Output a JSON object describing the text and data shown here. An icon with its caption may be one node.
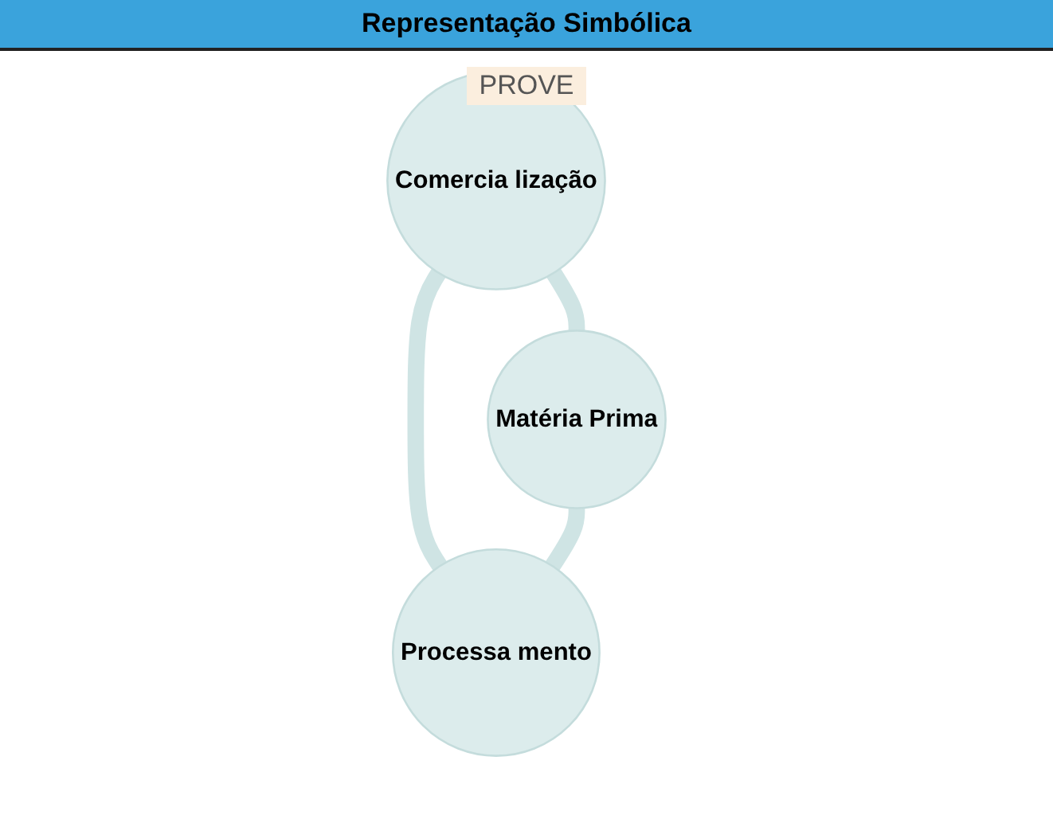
{
  "diagram": {
    "title": "Representação Simbólica",
    "nodes": [
      {
        "text": [
          "Comercia lização"
        ]
      },
      {
        "text": [
          "Matéria Prima"
        ]
      },
      {
        "text": [
          "Processa mento"
        ]
      }
    ],
    "edges": [
      {
        "from": 0,
        "to": 1,
        "arrow": "none"
      },
      {
        "from": 0,
        "to": 2,
        "arrow": "none"
      },
      {
        "from": 1,
        "to": 2,
        "arrow": "none"
      }
    ],
    "labels": [
      "PROVE"
    ]
  }
}
